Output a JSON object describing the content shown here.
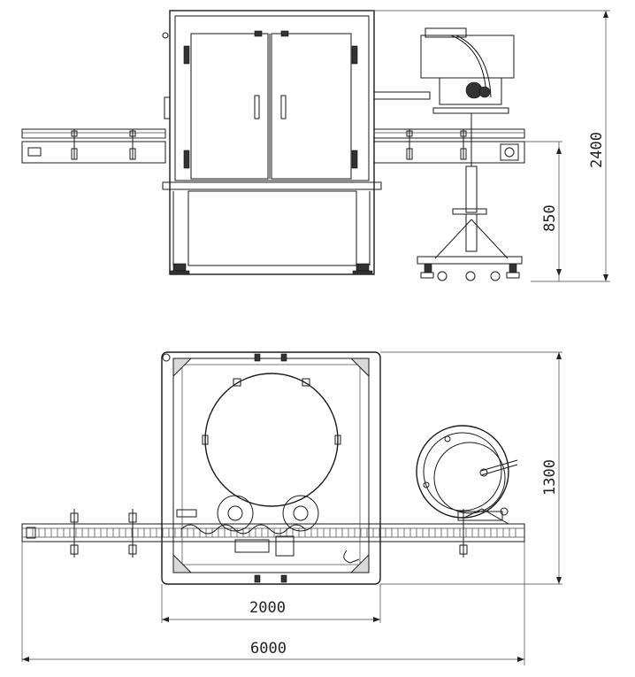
{
  "dimensions": {
    "total_height": "2400",
    "conveyor_height": "850",
    "machine_width": "2000",
    "total_length": "6000",
    "top_view_depth": "1300"
  }
}
